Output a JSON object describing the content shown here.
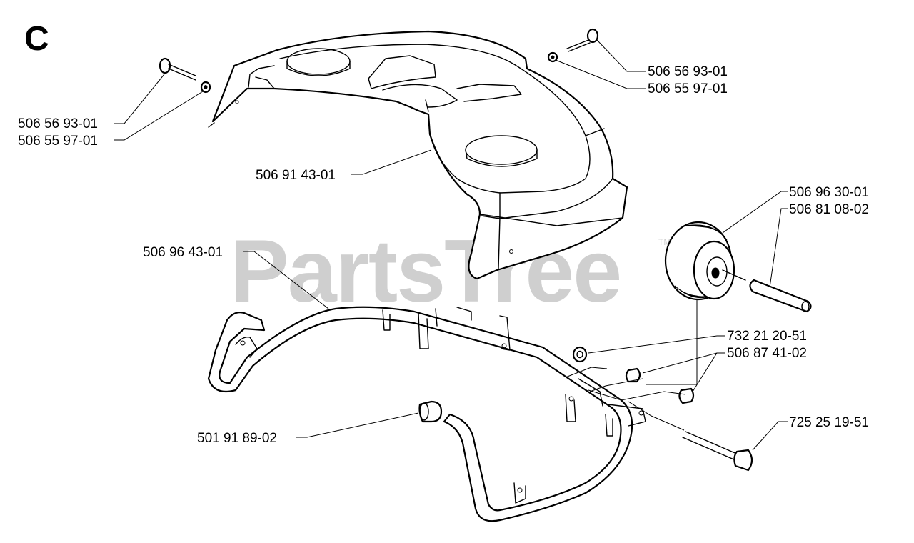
{
  "section_letter": "C",
  "watermark": {
    "text": "PartsTree",
    "trademark": "TM"
  },
  "parts": [
    {
      "id": "screw-top-right",
      "number": "506 56 93-01"
    },
    {
      "id": "washer-top-right",
      "number": "506 55 97-01"
    },
    {
      "id": "screw-top-left",
      "number": "506 56 93-01"
    },
    {
      "id": "washer-top-left",
      "number": "506 55 97-01"
    },
    {
      "id": "cover",
      "number": "506 91 43-01"
    },
    {
      "id": "wheel",
      "number": "506 96 30-01"
    },
    {
      "id": "axle",
      "number": "506 81 08-02"
    },
    {
      "id": "bumper",
      "number": "506 96 43-01"
    },
    {
      "id": "nut",
      "number": "732 21 20-51"
    },
    {
      "id": "spacer",
      "number": "506 87 41-02"
    },
    {
      "id": "bolt",
      "number": "725 25 19-51"
    },
    {
      "id": "bushing",
      "number": "501 91 89-02"
    }
  ]
}
